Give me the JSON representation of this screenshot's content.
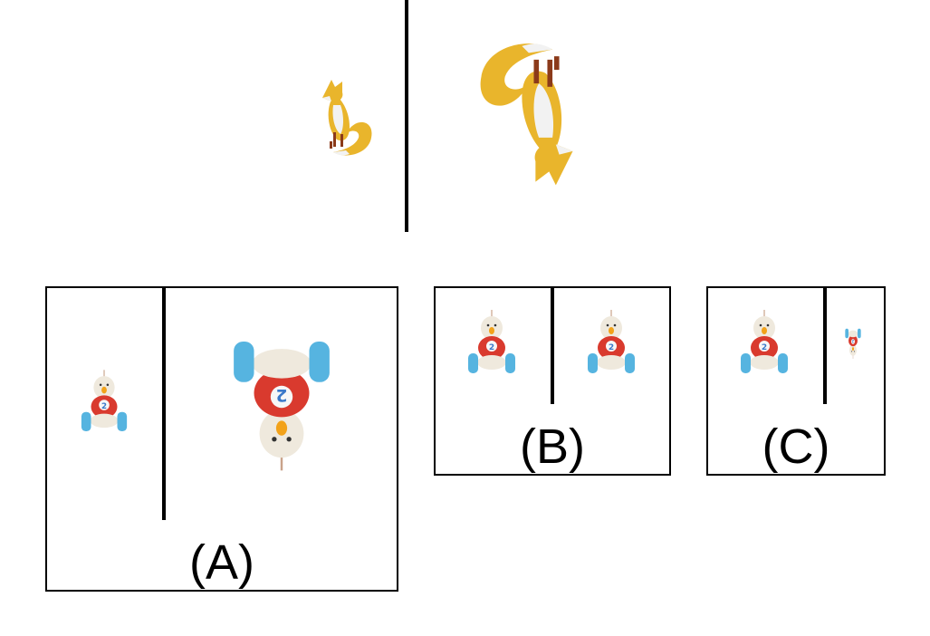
{
  "example": {
    "small_subject": "fox-figure",
    "large_subject": "fox-figure-upside-down"
  },
  "options": [
    {
      "id": "A",
      "label": "(A)",
      "left": "toy-bird-car",
      "right": "toy-bird-car-upside-down-enlarged"
    },
    {
      "id": "B",
      "label": "(B)",
      "left": "toy-bird-car",
      "right": "toy-bird-car"
    },
    {
      "id": "C",
      "label": "(C)",
      "left": "toy-bird-car",
      "right": "toy-bird-car-upside-down-small"
    }
  ],
  "colors": {
    "fox_body": "#E9B52C",
    "fox_belly": "#F2F2F2",
    "fox_legs": "#8B3A1A",
    "toy_red": "#D93A2E",
    "toy_blue": "#56B4E0",
    "toy_cream": "#EFE9DD",
    "toy_beak": "#F2A21A",
    "line": "#000000"
  }
}
